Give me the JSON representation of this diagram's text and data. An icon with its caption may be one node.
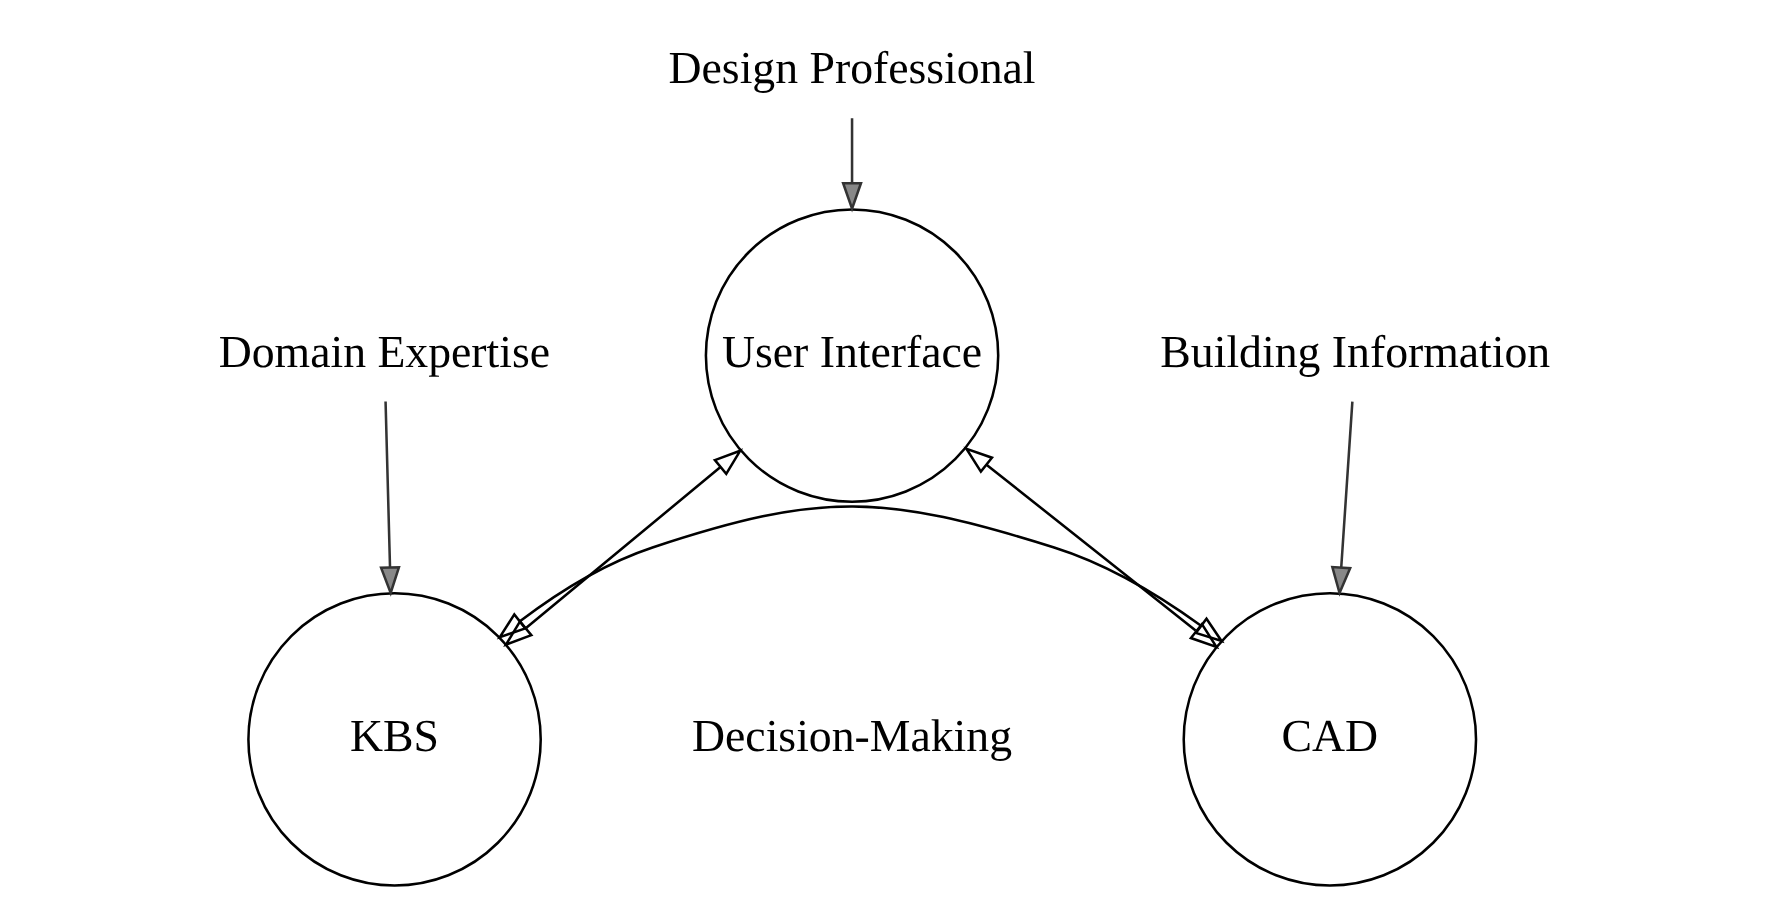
{
  "diagram": {
    "nodes": [
      {
        "text": [
          "Design Professional"
        ]
      },
      {
        "text": [
          "User Interface"
        ]
      },
      {
        "text": [
          "Domain Expertise"
        ]
      },
      {
        "text": [
          "Building Information"
        ]
      },
      {
        "text": [
          "KBS"
        ]
      },
      {
        "text": [
          "CAD"
        ]
      }
    ],
    "edges": [
      {
        "from": 0,
        "to": 1,
        "arrow": "to"
      },
      {
        "from": 2,
        "to": 4,
        "arrow": "to"
      },
      {
        "from": 3,
        "to": 5,
        "arrow": "to"
      },
      {
        "from": 1,
        "to": 4,
        "arrow": "both"
      },
      {
        "from": 1,
        "to": 5,
        "arrow": "both"
      },
      {
        "from": 4,
        "to": 5,
        "arrow": "both"
      }
    ],
    "labels": [
      "Decision-Making"
    ]
  }
}
